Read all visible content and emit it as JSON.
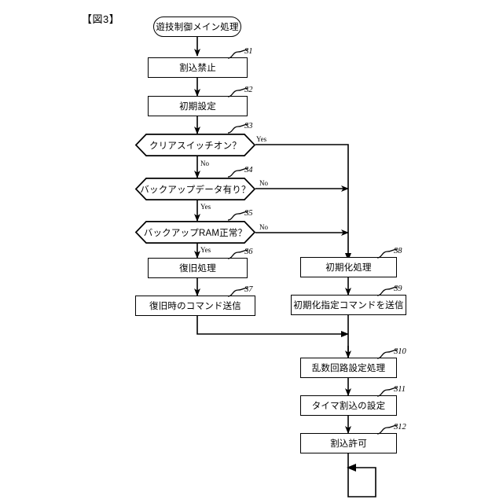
{
  "figure": {
    "title": "【図3】",
    "kind": "flowchart"
  },
  "chart_data": {
    "type": "diagram",
    "title": "【図3】",
    "nodes": [
      {
        "id": "start",
        "shape": "terminal",
        "label": "遊技制御メイン処理",
        "step": ""
      },
      {
        "id": "s1",
        "shape": "process",
        "label": "割込禁止",
        "step": "S1"
      },
      {
        "id": "s2",
        "shape": "process",
        "label": "初期設定",
        "step": "S2"
      },
      {
        "id": "s3",
        "shape": "decision",
        "label": "クリアスイッチオン？",
        "step": "S3"
      },
      {
        "id": "s4",
        "shape": "decision",
        "label": "バックアップデータ有り？",
        "step": "S4"
      },
      {
        "id": "s5",
        "shape": "decision",
        "label": "バックアップRAM正常？",
        "step": "S5"
      },
      {
        "id": "s6",
        "shape": "process",
        "label": "復旧処理",
        "step": "S6"
      },
      {
        "id": "s7",
        "shape": "process",
        "label": "復旧時のコマンド送信",
        "step": "S7"
      },
      {
        "id": "s8",
        "shape": "process",
        "label": "初期化処理",
        "step": "S8"
      },
      {
        "id": "s9",
        "shape": "process",
        "label": "初期化指定コマンドを送信",
        "step": "S9"
      },
      {
        "id": "s10",
        "shape": "process",
        "label": "乱数回路設定処理",
        "step": "S10"
      },
      {
        "id": "s11",
        "shape": "process",
        "label": "タイマ割込の設定",
        "step": "S11"
      },
      {
        "id": "s12",
        "shape": "process",
        "label": "割込許可",
        "step": "S12"
      }
    ],
    "edges": [
      {
        "from": "start",
        "to": "s1",
        "label": ""
      },
      {
        "from": "s1",
        "to": "s2",
        "label": ""
      },
      {
        "from": "s2",
        "to": "s3",
        "label": ""
      },
      {
        "from": "s3",
        "to": "s4",
        "label": "No"
      },
      {
        "from": "s3",
        "to": "s8",
        "label": "Yes"
      },
      {
        "from": "s4",
        "to": "s5",
        "label": "Yes"
      },
      {
        "from": "s4",
        "to": "s8",
        "label": "No"
      },
      {
        "from": "s5",
        "to": "s6",
        "label": "Yes"
      },
      {
        "from": "s5",
        "to": "s8",
        "label": "No"
      },
      {
        "from": "s6",
        "to": "s7",
        "label": ""
      },
      {
        "from": "s7",
        "to": "s10",
        "label": ""
      },
      {
        "from": "s8",
        "to": "s9",
        "label": ""
      },
      {
        "from": "s9",
        "to": "s10",
        "label": ""
      },
      {
        "from": "s10",
        "to": "s11",
        "label": ""
      },
      {
        "from": "s11",
        "to": "s12",
        "label": ""
      },
      {
        "from": "s12",
        "to": "loop",
        "label": ""
      }
    ],
    "edge_labels": {
      "s3_yes": "Yes",
      "s3_no": "No",
      "s4_no": "No",
      "s4_yes": "Yes",
      "s5_no": "No",
      "s5_yes": "Yes"
    },
    "step_labels": [
      "S1",
      "S2",
      "S3",
      "S4",
      "S5",
      "S6",
      "S7",
      "S8",
      "S9",
      "S10",
      "S11",
      "S12"
    ],
    "colors": {
      "stroke": "#000000",
      "fill": "#ffffff",
      "text": "#000000"
    }
  }
}
